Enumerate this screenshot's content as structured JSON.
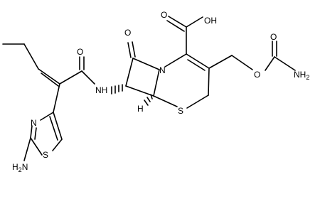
{
  "labels": {
    "carboxyl_oh": "OH",
    "carboxyl_o": "O",
    "lactam_o": "O",
    "ring_n": "N",
    "amide_nh": "NH",
    "amide_o": "O",
    "stereo_h": "H",
    "ring_s": "S",
    "ester_o": "O",
    "carbamate_o": "O",
    "carbamate_nh2": "NH",
    "carbamate_nh2_sub": "2",
    "thiazole_n": "N",
    "thiazole_s": "S",
    "amino_h2n": "H",
    "amino_h2n_sub": "2",
    "amino_h2n_n": "N"
  },
  "colors": {
    "ink": "#000000",
    "background": "#ffffff"
  }
}
